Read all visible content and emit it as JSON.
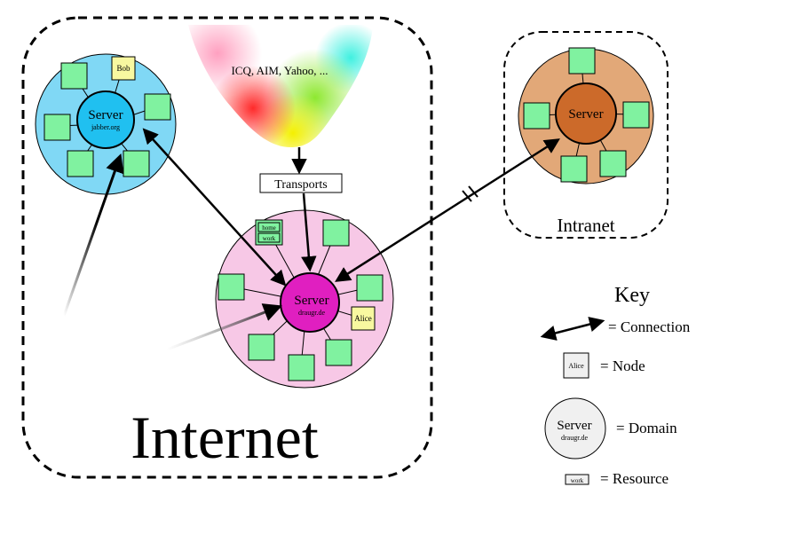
{
  "regions": {
    "internet_label": "Internet",
    "intranet_label": "Intranet"
  },
  "cloud": {
    "label": "ICQ, AIM, Yahoo, ..."
  },
  "transports_label": "Transports",
  "servers": {
    "jabber": {
      "title": "Server",
      "domain": "jabber.org"
    },
    "draugr": {
      "title": "Server",
      "domain": "draugr.de"
    },
    "intranet": {
      "title": "Server"
    }
  },
  "nodes": {
    "bob": "Bob",
    "alice": "Alice"
  },
  "resources": {
    "home": "home",
    "work": "work"
  },
  "key": {
    "title": "Key",
    "connection": "= Connection",
    "node_sample": "Alice",
    "node": "= Node",
    "domain_title": "Server",
    "domain_sub": "draugr.de",
    "domain": "= Domain",
    "resource_sample": "work",
    "resource": "= Resource"
  },
  "colors": {
    "node_green": "#80f2a0",
    "jabber_domain": "#80d8f5",
    "jabber_server": "#20c0f0",
    "draugr_domain": "#f7c8e6",
    "draugr_server": "#e01fc0",
    "intranet_domain": "#e2a878",
    "intranet_server": "#cc6a2a",
    "named_node": "#f8f8a0"
  }
}
